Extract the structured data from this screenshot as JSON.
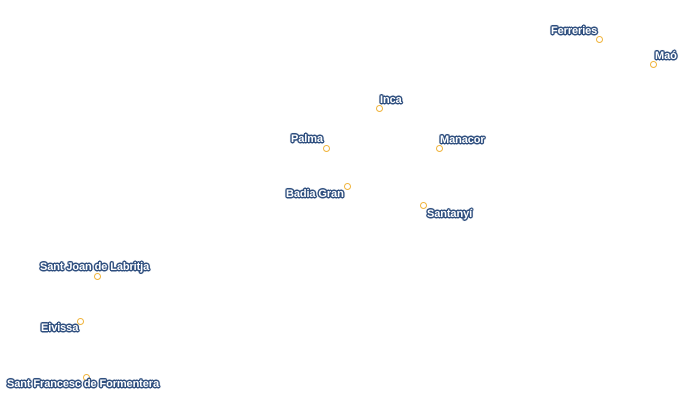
{
  "map": {
    "places": [
      {
        "id": "ferreries",
        "name": "Ferreries"
      },
      {
        "id": "mao",
        "name": "Maó"
      },
      {
        "id": "inca",
        "name": "Inca"
      },
      {
        "id": "palma",
        "name": "Palma"
      },
      {
        "id": "manacor",
        "name": "Manacor"
      },
      {
        "id": "badia-gran",
        "name": "Badia Gran"
      },
      {
        "id": "santanyi",
        "name": "Santanyí"
      },
      {
        "id": "sant-joan-de-labritja",
        "name": "Sant Joan de Labritja"
      },
      {
        "id": "eivissa",
        "name": "Eivissa"
      },
      {
        "id": "sant-francesc-de-formentera",
        "name": "Sant Francesc de Formentera"
      }
    ],
    "colors": {
      "background": "#ffffff",
      "marker": "#f0b43c",
      "label_fill": "#ffffff",
      "label_halo": "#2f4f7f"
    }
  }
}
